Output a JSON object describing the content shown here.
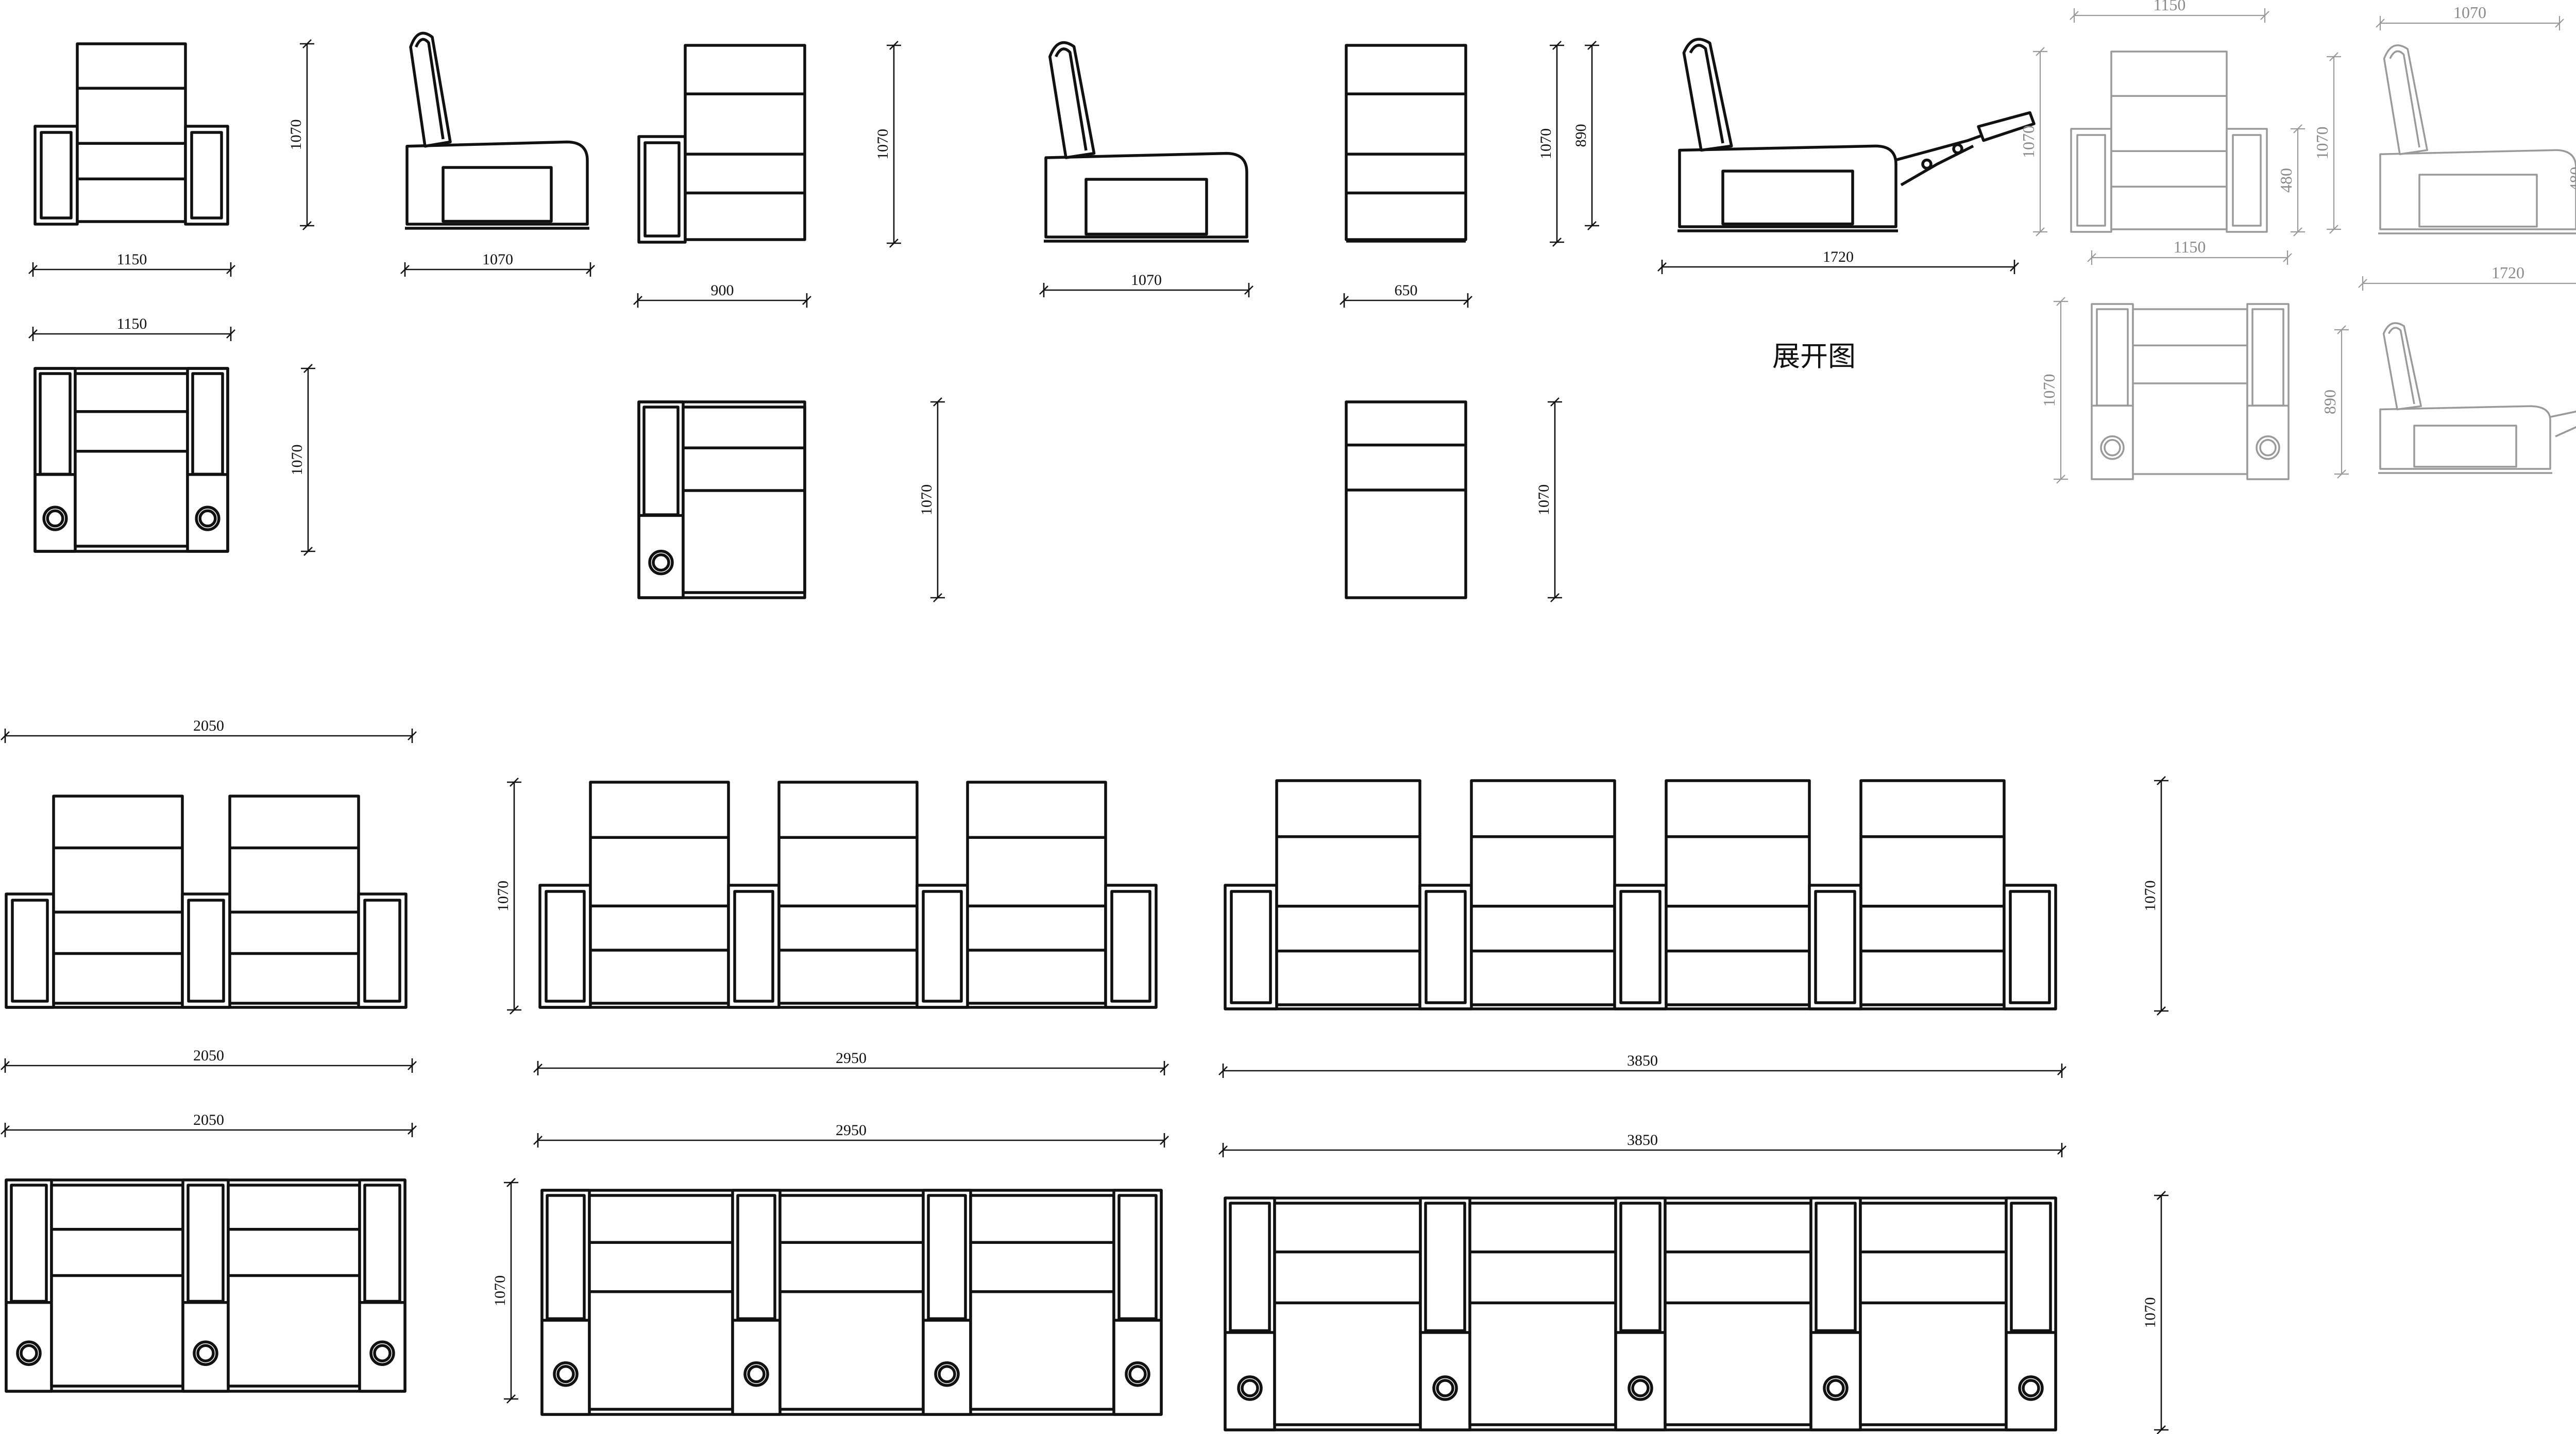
{
  "colors": {
    "line": "#111111",
    "faded_line": "#9a9a9a",
    "background": "#ffffff"
  },
  "caption": "展开图",
  "dims": {
    "d1150": "1150",
    "d1070": "1070",
    "d900": "900",
    "d650": "650",
    "d890": "890",
    "d1720": "1720",
    "d480": "480",
    "d2050": "2050",
    "d2950": "2950",
    "d3850": "3850"
  }
}
